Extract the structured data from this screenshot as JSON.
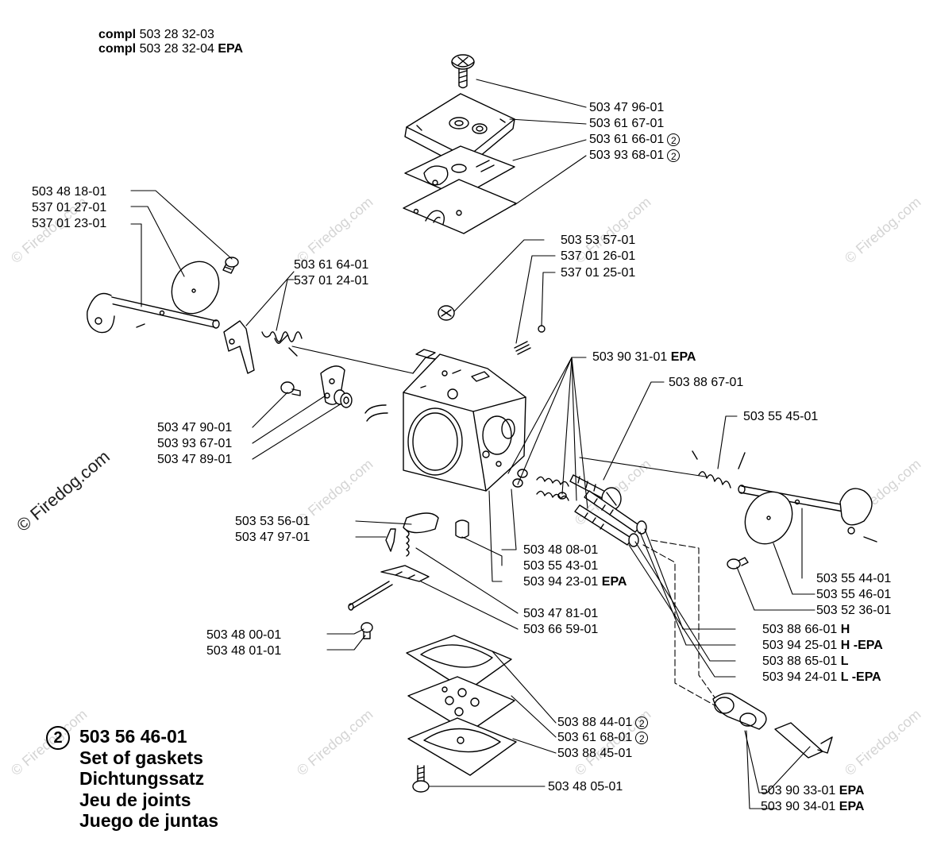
{
  "header": {
    "lines": [
      {
        "prefix": "compl",
        "number": "503 28 32-03",
        "suffix": ""
      },
      {
        "prefix": "compl",
        "number": "503 28 32-04",
        "suffix": "EPA"
      }
    ]
  },
  "labels": [
    {
      "id": "l1",
      "number": "503 47 96-01",
      "suffix": "",
      "circled": ""
    },
    {
      "id": "l2",
      "number": "503 61 67-01",
      "suffix": "",
      "circled": ""
    },
    {
      "id": "l3",
      "number": "503 61 66-01",
      "suffix": "",
      "circled": "2"
    },
    {
      "id": "l4",
      "number": "503 93 68-01",
      "suffix": "",
      "circled": "2"
    },
    {
      "id": "l5",
      "number": "503 48 18-01",
      "suffix": "",
      "circled": ""
    },
    {
      "id": "l6",
      "number": "537 01 27-01",
      "suffix": "",
      "circled": ""
    },
    {
      "id": "l7",
      "number": "537 01 23-01",
      "suffix": "",
      "circled": ""
    },
    {
      "id": "l8",
      "number": "503 53 57-01",
      "suffix": "",
      "circled": ""
    },
    {
      "id": "l9",
      "number": "537 01 26-01",
      "suffix": "",
      "circled": ""
    },
    {
      "id": "l10",
      "number": "537 01 25-01",
      "suffix": "",
      "circled": ""
    },
    {
      "id": "l11",
      "number": "503 61 64-01",
      "suffix": "",
      "circled": ""
    },
    {
      "id": "l12",
      "number": "537 01 24-01",
      "suffix": "",
      "circled": ""
    },
    {
      "id": "l13",
      "number": "503 90 31-01",
      "suffix": "EPA",
      "circled": ""
    },
    {
      "id": "l14",
      "number": "503 88 67-01",
      "suffix": "",
      "circled": ""
    },
    {
      "id": "l15",
      "number": "503 55 45-01",
      "suffix": "",
      "circled": ""
    },
    {
      "id": "l16",
      "number": "503 47 90-01",
      "suffix": "",
      "circled": ""
    },
    {
      "id": "l17",
      "number": "503 93 67-01",
      "suffix": "",
      "circled": ""
    },
    {
      "id": "l18",
      "number": "503 47 89-01",
      "suffix": "",
      "circled": ""
    },
    {
      "id": "l19",
      "number": "503 53 56-01",
      "suffix": "",
      "circled": ""
    },
    {
      "id": "l20",
      "number": "503 47 97-01",
      "suffix": "",
      "circled": ""
    },
    {
      "id": "l21",
      "number": "503 48 08-01",
      "suffix": "",
      "circled": ""
    },
    {
      "id": "l22",
      "number": "503 55 43-01",
      "suffix": "",
      "circled": ""
    },
    {
      "id": "l23",
      "number": "503 94 23-01",
      "suffix": "EPA",
      "circled": ""
    },
    {
      "id": "l24",
      "number": "503 55 44-01",
      "suffix": "",
      "circled": ""
    },
    {
      "id": "l25",
      "number": "503 55 46-01",
      "suffix": "",
      "circled": ""
    },
    {
      "id": "l26",
      "number": "503 52 36-01",
      "suffix": "",
      "circled": ""
    },
    {
      "id": "l27",
      "number": "503 47 81-01",
      "suffix": "",
      "circled": ""
    },
    {
      "id": "l28",
      "number": "503 66 59-01",
      "suffix": "",
      "circled": ""
    },
    {
      "id": "l29",
      "number": "503 48 00-01",
      "suffix": "",
      "circled": ""
    },
    {
      "id": "l30",
      "number": "503 48 01-01",
      "suffix": "",
      "circled": ""
    },
    {
      "id": "l31",
      "number": "503 88 66-01",
      "suffix": "H",
      "circled": ""
    },
    {
      "id": "l32",
      "number": "503 94 25-01",
      "suffix": "H -EPA",
      "circled": ""
    },
    {
      "id": "l33",
      "number": "503 88 65-01",
      "suffix": "L",
      "circled": ""
    },
    {
      "id": "l34",
      "number": "503 94 24-01",
      "suffix": "L -EPA",
      "circled": ""
    },
    {
      "id": "l35",
      "number": "503 88 44-01",
      "suffix": "",
      "circled": "2"
    },
    {
      "id": "l36",
      "number": "503 61 68-01",
      "suffix": "",
      "circled": "2"
    },
    {
      "id": "l37",
      "number": "503 88 45-01",
      "suffix": "",
      "circled": ""
    },
    {
      "id": "l38",
      "number": "503 48 05-01",
      "suffix": "",
      "circled": ""
    },
    {
      "id": "l39",
      "number": "503 90 33-01",
      "suffix": "EPA",
      "circled": ""
    },
    {
      "id": "l40",
      "number": "503 90 34-01",
      "suffix": "EPA",
      "circled": ""
    }
  ],
  "legend": {
    "circle": "2",
    "number": "503 56 46-01",
    "lines": [
      "Set of gaskets",
      "Dichtungssatz",
      "Jeu de joints",
      "Juego de juntas"
    ]
  },
  "watermark": {
    "text": "© Firedog.com"
  },
  "colors": {
    "ink": "#000000",
    "background": "#ffffff",
    "watermark": "#d4d4d4"
  }
}
